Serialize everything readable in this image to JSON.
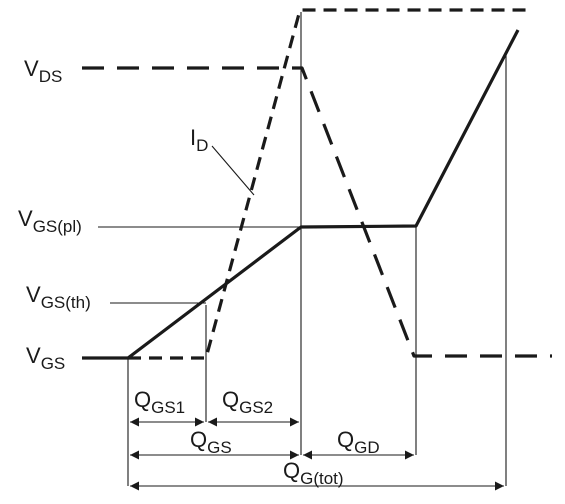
{
  "labels": {
    "vds": {
      "main": "V",
      "sub": "DS"
    },
    "id": {
      "main": "I",
      "sub": "D"
    },
    "vgs_pl": {
      "main": "V",
      "sub": "GS(pl)"
    },
    "vgs_th": {
      "main": "V",
      "sub": "GS(th)"
    },
    "vgs": {
      "main": "V",
      "sub": "GS"
    },
    "qgs1": {
      "main": "Q",
      "sub": "GS1"
    },
    "qgs2": {
      "main": "Q",
      "sub": "GS2"
    },
    "qgs": {
      "main": "Q",
      "sub": "GS"
    },
    "qgd": {
      "main": "Q",
      "sub": "GD"
    },
    "qgtot": {
      "main": "Q",
      "sub": "G(tot)"
    }
  },
  "colors": {
    "ink": "#1a1a1a",
    "background": "#ffffff"
  }
}
